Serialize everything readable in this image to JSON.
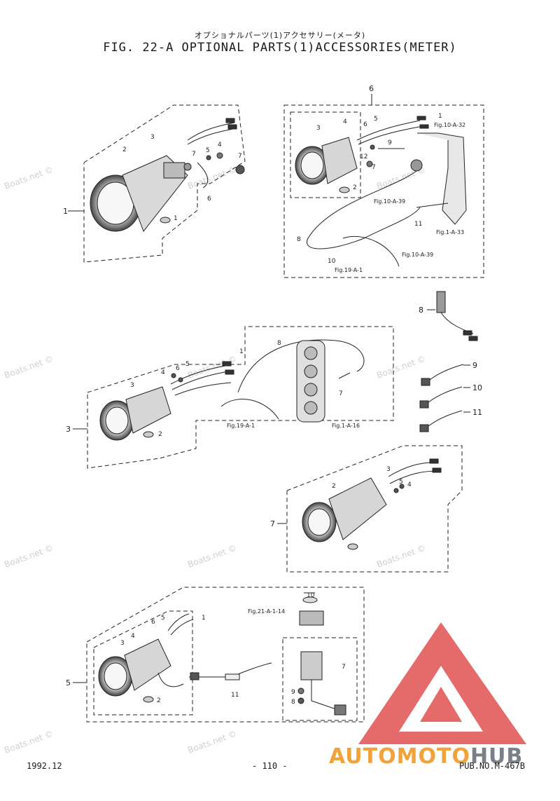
{
  "header": {
    "jp_title": "オプショナルパーツ(1)アクセサリー(メータ)",
    "title": "FIG. 22-A OPTIONAL PARTS(1)ACCESSORIES(METER)"
  },
  "footer": {
    "date": "1992.12",
    "page": "- 110 -",
    "pub": "PUB.NO.M-467B"
  },
  "watermark": "Boats.net ©",
  "logo": {
    "part1": "AUTOMOTO",
    "part2": "HUB",
    "color_orange": "#f2a23a",
    "color_gray": "#7a8088",
    "color_red": "#e25a5a"
  },
  "assemblies": {
    "a1": {
      "group": "1",
      "parts": [
        "2",
        "3",
        "7",
        "5",
        "4",
        "7",
        "6",
        "1"
      ]
    },
    "a6": {
      "group": "6",
      "parts": [
        "1",
        "3",
        "4",
        "6",
        "5",
        "9",
        "12",
        "7",
        "2",
        "8",
        "10",
        "11"
      ],
      "refs": [
        "Fig.10-A-32",
        "Fig.10-A-39",
        "Fig.1-A-33",
        "Fig.10-A-39",
        "Fig.19-A-1"
      ]
    },
    "a8": {
      "group": "8",
      "parts": [
        "9",
        "10",
        "11"
      ]
    },
    "a3": {
      "group": "3",
      "parts": [
        "8",
        "1",
        "4",
        "6",
        "5",
        "3",
        "7",
        "2"
      ],
      "refs": [
        "Fig.19-A-1",
        "Fig.1-A-16"
      ]
    },
    "a7": {
      "group": "7",
      "parts": [
        "3",
        "2",
        "4",
        "5"
      ]
    },
    "a5": {
      "group": "5",
      "parts": [
        "1",
        "10",
        "6",
        "5",
        "4",
        "3",
        "7",
        "9",
        "8",
        "11",
        "2"
      ],
      "refs": [
        "Fig.21-A-1-14"
      ]
    }
  }
}
